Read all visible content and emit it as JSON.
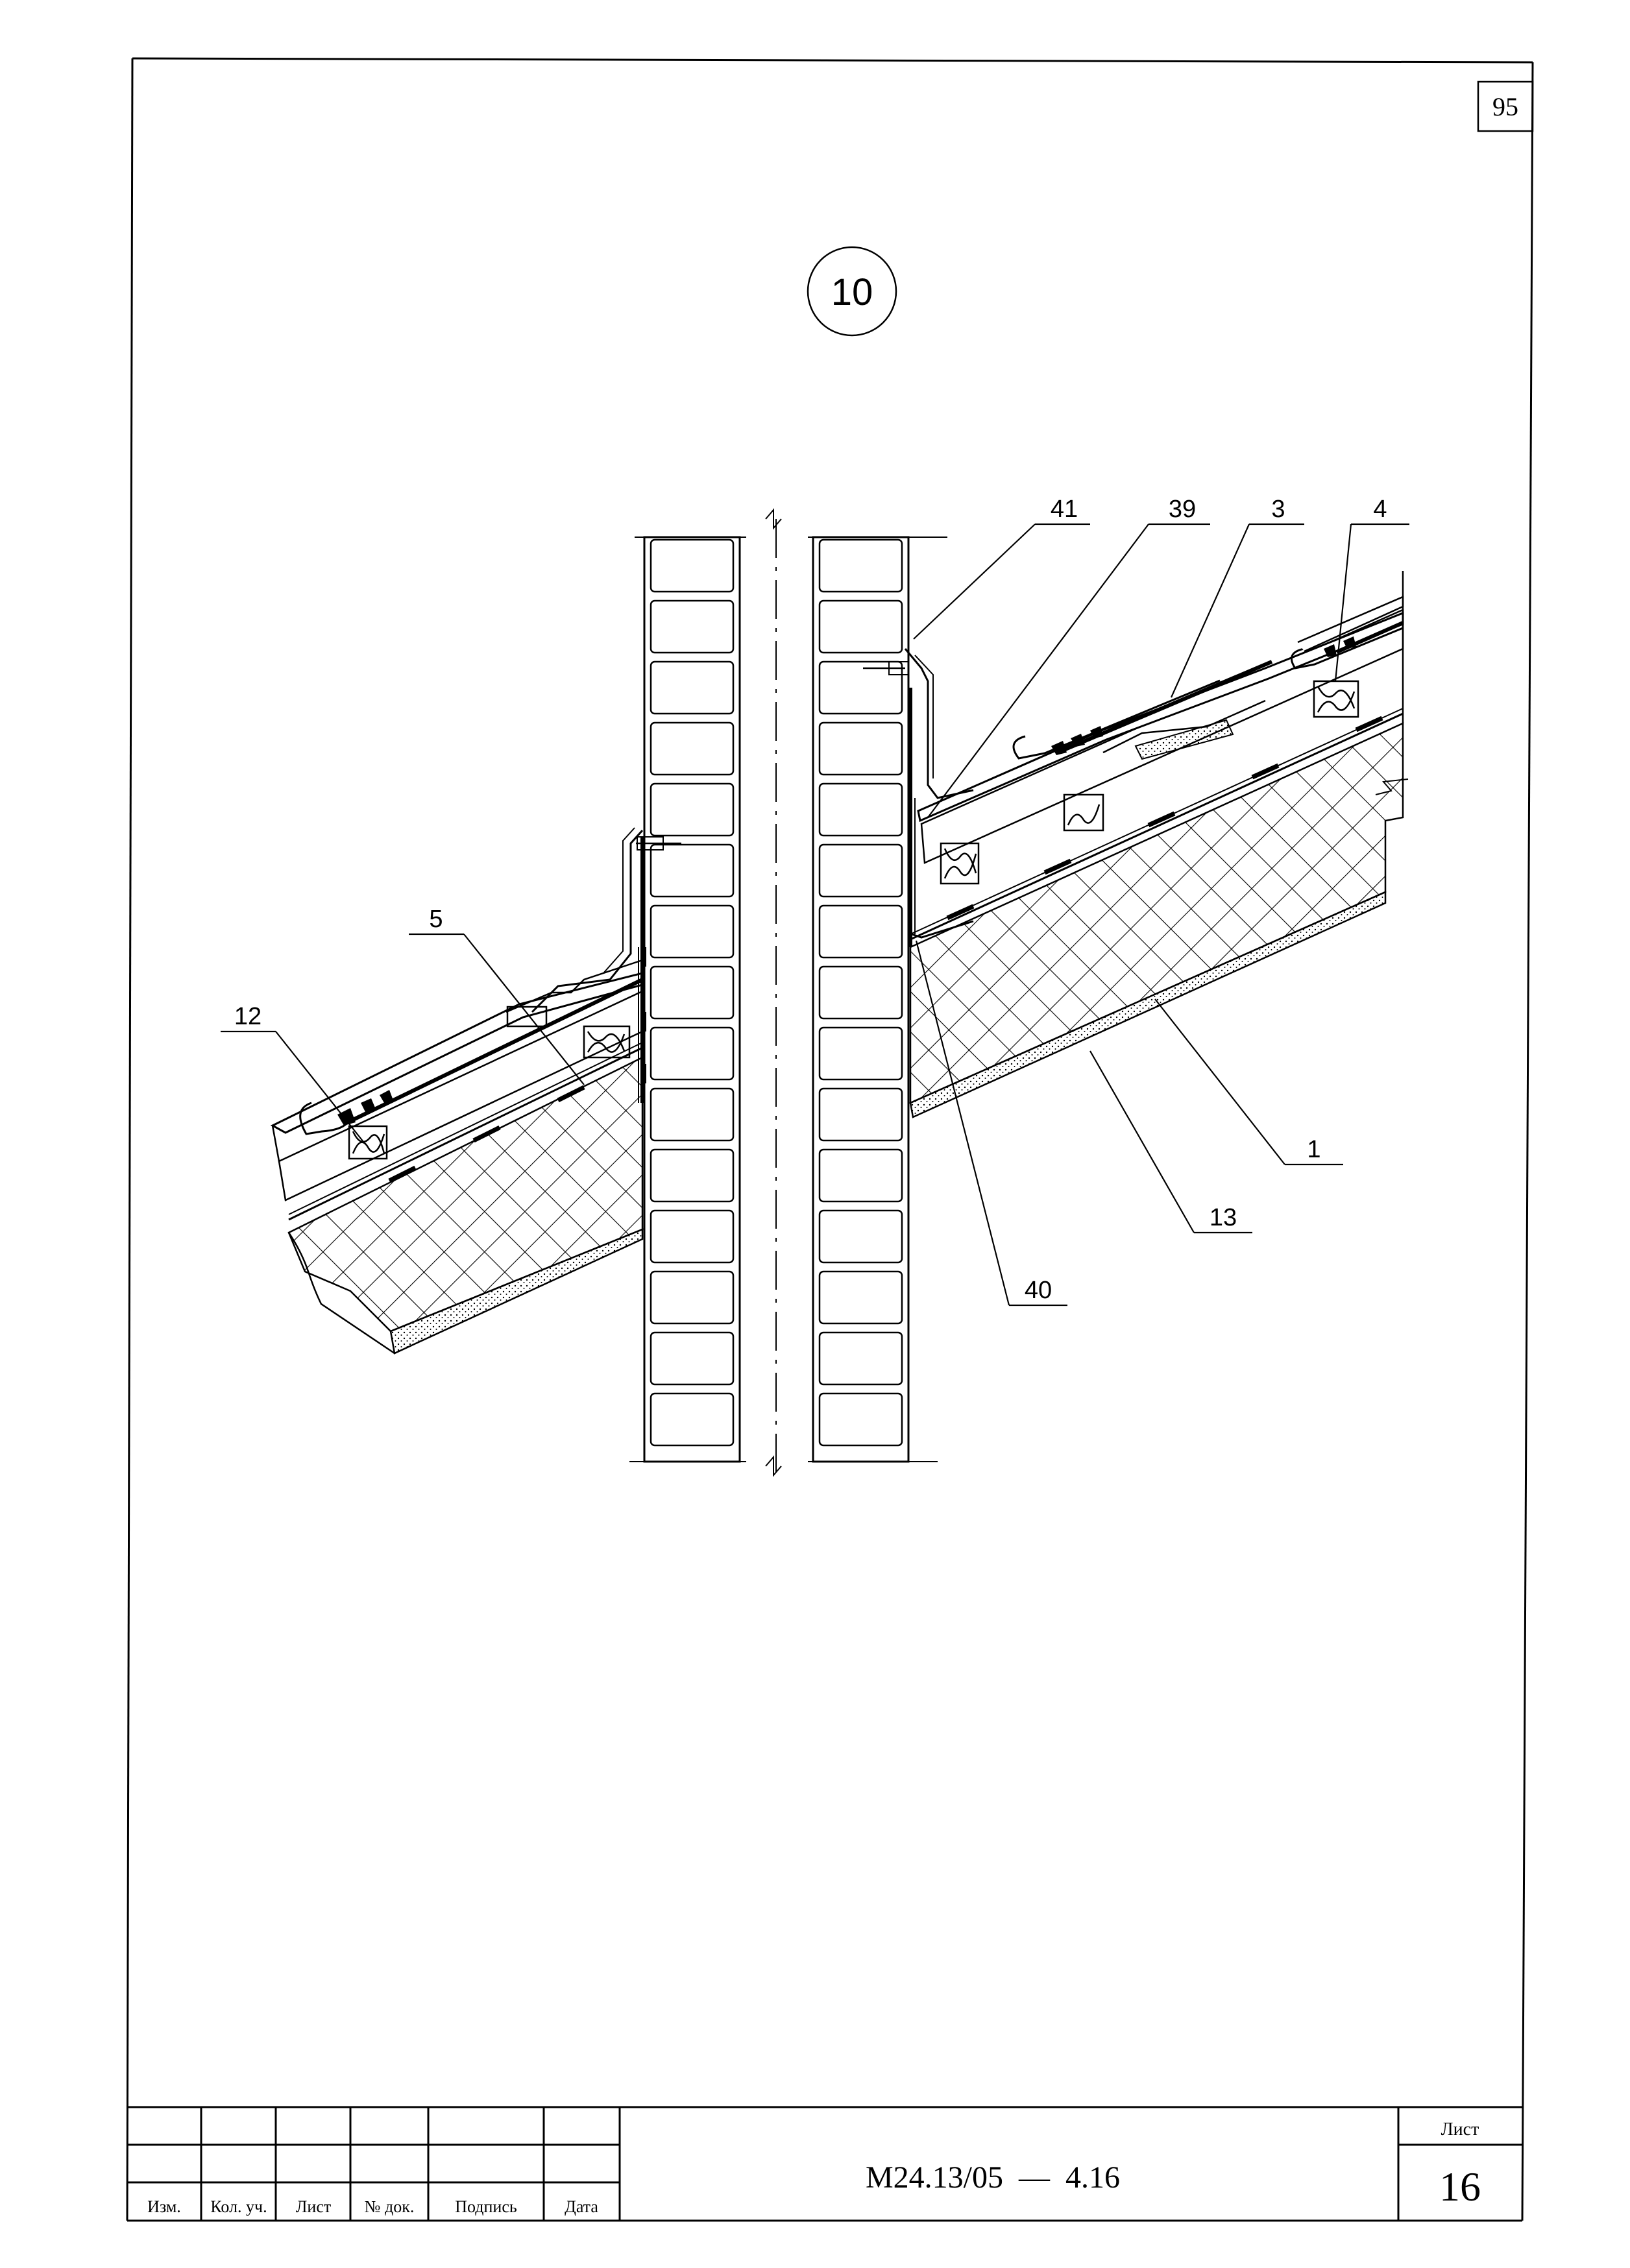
{
  "page_number": "95",
  "detail_number": "10",
  "callouts": {
    "c41": "41",
    "c39": "39",
    "c3": "3",
    "c4": "4",
    "c5": "5",
    "c12": "12",
    "c1": "1",
    "c13": "13",
    "c40": "40"
  },
  "title_block": {
    "headers": [
      "Изм.",
      "Кол. уч.",
      "Лист",
      "№ док.",
      "Подпись",
      "Дата"
    ],
    "document_code": "М24.13/05  —  4.16",
    "sheet_label": "Лист",
    "sheet_number": "16"
  }
}
